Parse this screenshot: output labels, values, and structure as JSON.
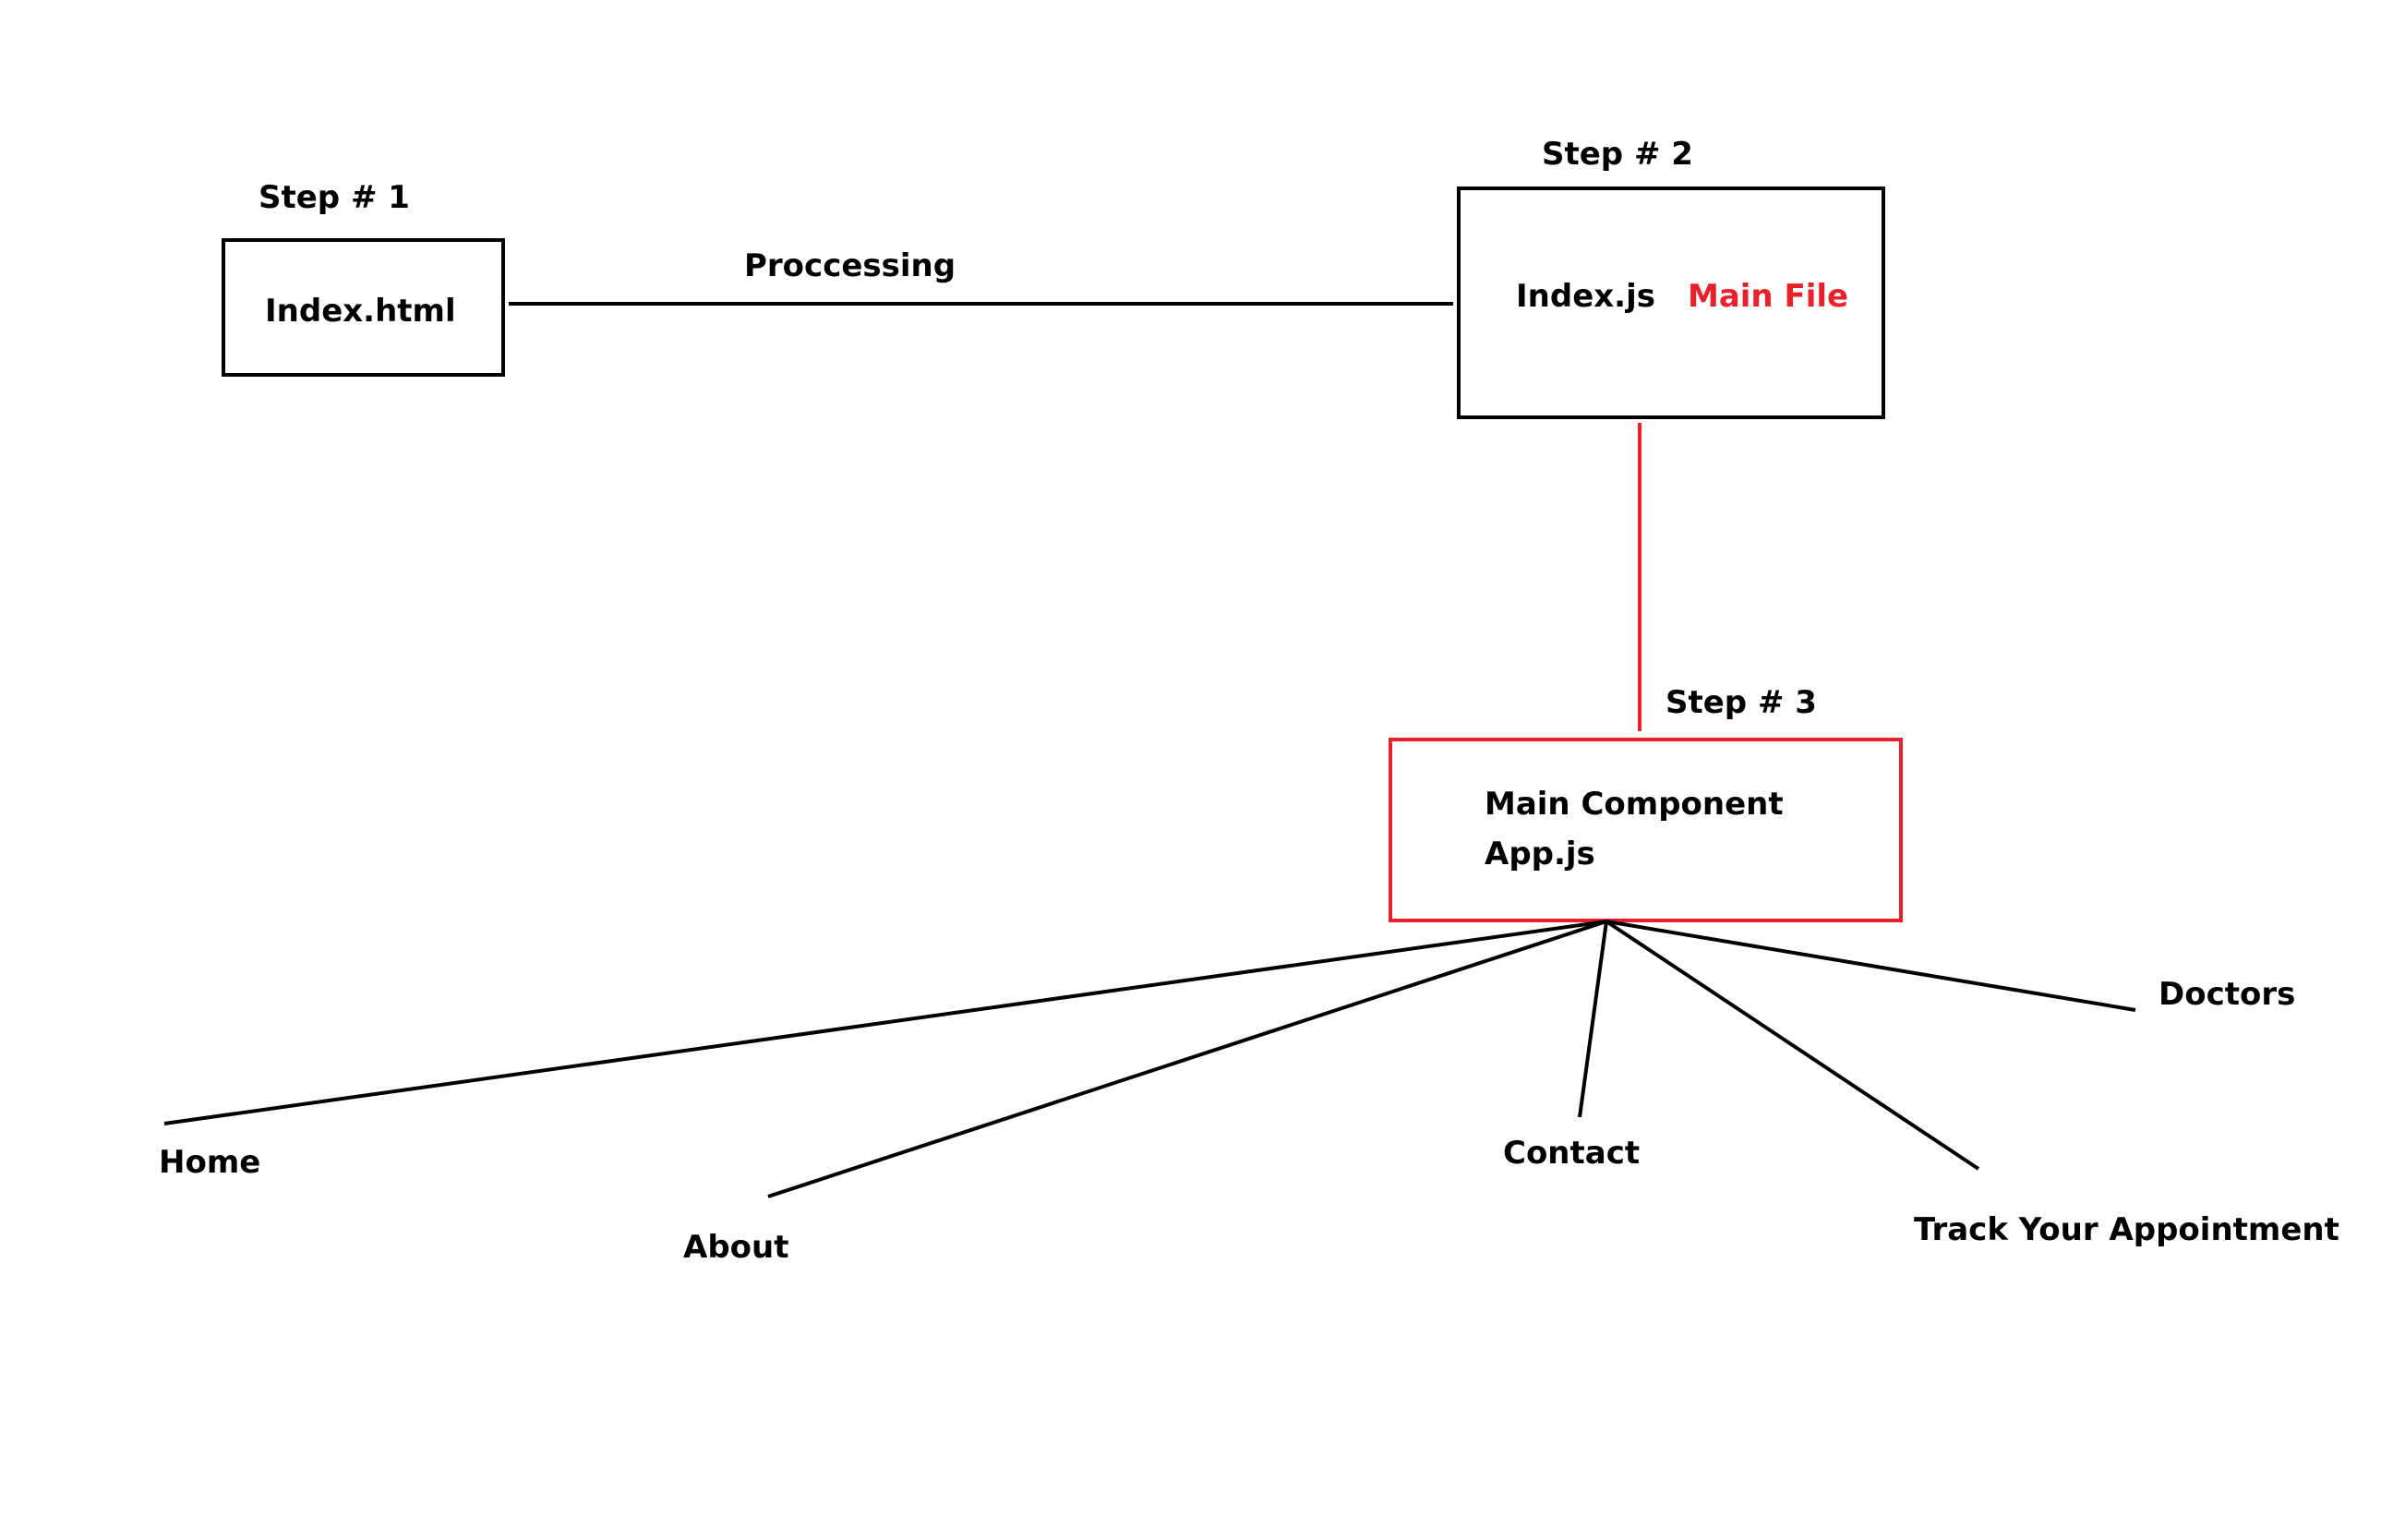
{
  "colors": {
    "ink": "#000000",
    "accent": "#e8212b",
    "background": "#ffffff"
  },
  "steps": {
    "step1": "Step # 1",
    "step2": "Step # 2",
    "step3": "Step # 3"
  },
  "nodes": {
    "index_html": "Index.html",
    "index_js": "Index.js",
    "index_js_note": "Main File",
    "app_line1": "Main Component",
    "app_line2": "App.js"
  },
  "edges": {
    "processing_label": "Proccessing"
  },
  "children": [
    {
      "id": "home",
      "label": "Home"
    },
    {
      "id": "about",
      "label": "About"
    },
    {
      "id": "contact",
      "label": "Contact"
    },
    {
      "id": "track",
      "label": "Track Your Appointment"
    },
    {
      "id": "doctors",
      "label": "Doctors"
    }
  ]
}
